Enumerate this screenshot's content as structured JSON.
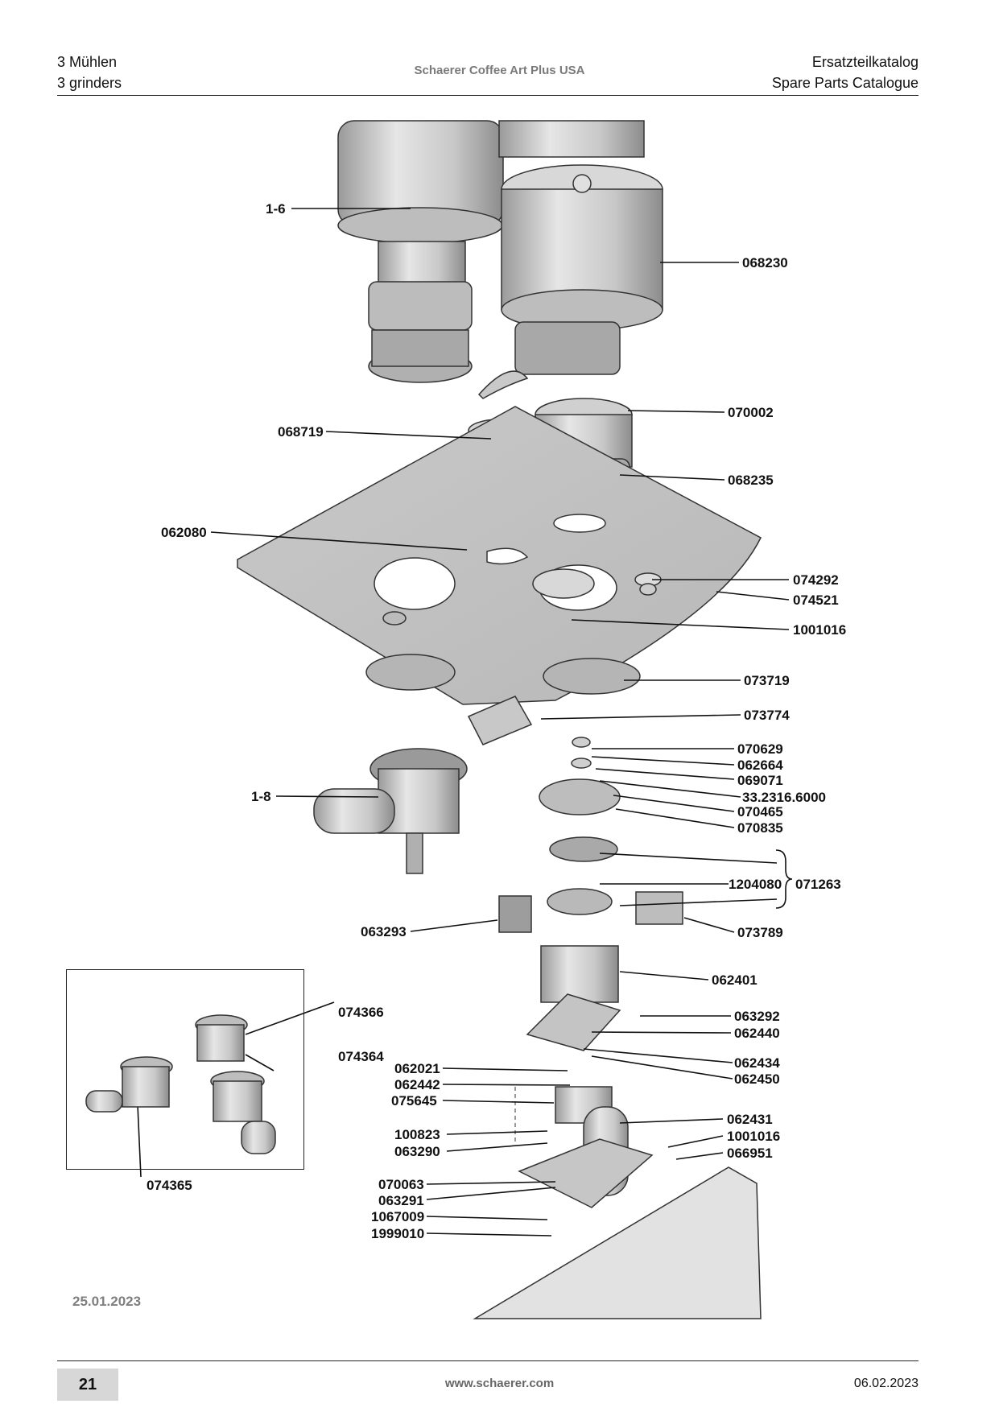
{
  "header": {
    "left_line1": "3 Mühlen",
    "left_line2": "3 grinders",
    "center": "Schaerer Coffee Art Plus USA",
    "right_line1": "Ersatzteilkatalog",
    "right_line2": "Spare Parts Catalogue"
  },
  "labels": {
    "l1_6": "1-6",
    "l068230": "068230",
    "l070002": "070002",
    "l068719": "068719",
    "l068235": "068235",
    "l062080": "062080",
    "l074292": "074292",
    "l074521": "074521",
    "l1001016a": "1001016",
    "l073719": "073719",
    "l073774": "073774",
    "l070629": "070629",
    "l062664": "062664",
    "l069071": "069071",
    "l33_2316": "33.2316.6000",
    "l070465": "070465",
    "l070835": "070835",
    "l1_8": "1-8",
    "l1204080": "1204080",
    "l071263": "071263",
    "l073789": "073789",
    "l063293": "063293",
    "l062401": "062401",
    "l063292": "063292",
    "l062440": "062440",
    "l062434": "062434",
    "l062450": "062450",
    "l062021": "062021",
    "l062442": "062442",
    "l075645": "075645",
    "l062431": "062431",
    "l100823": "100823",
    "l1001016b": "1001016",
    "l063290": "063290",
    "l066951": "066951",
    "l070063": "070063",
    "l063291": "063291",
    "l1067009": "1067009",
    "l1999010": "1999010",
    "l074366": "074366",
    "l074364": "074364",
    "l074365": "074365"
  },
  "date_left": "25.01.2023",
  "footer": {
    "page": "21",
    "url": "www.schaerer.com",
    "date": "06.02.2023"
  }
}
